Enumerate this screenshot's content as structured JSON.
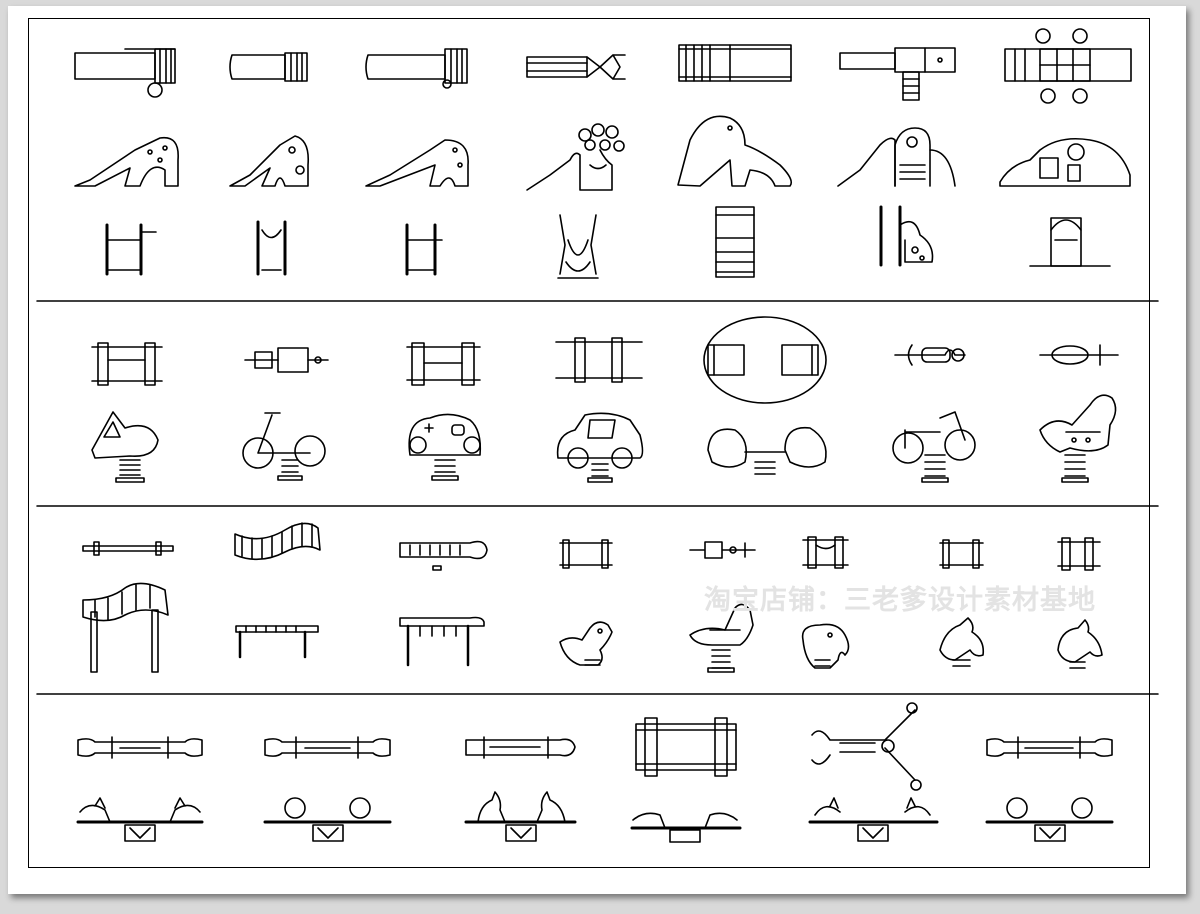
{
  "sheet": {
    "watermark": "淘宝店铺：三老爹设计素材基地",
    "line_color": "#000000",
    "paper_color": "#ffffff",
    "background_color": "#d9d9d9"
  },
  "sections": [
    {
      "name": "slides",
      "plan_count": 7,
      "elevation_count": 7,
      "side_count": 7
    },
    {
      "name": "spring-riders",
      "plan_count": 7,
      "elevation_count": 7
    },
    {
      "name": "bridges-and-animal-riders",
      "plan_count": 8,
      "elevation_count": 8
    },
    {
      "name": "seesaws",
      "plan_count": 6,
      "elevation_count": 6
    }
  ]
}
